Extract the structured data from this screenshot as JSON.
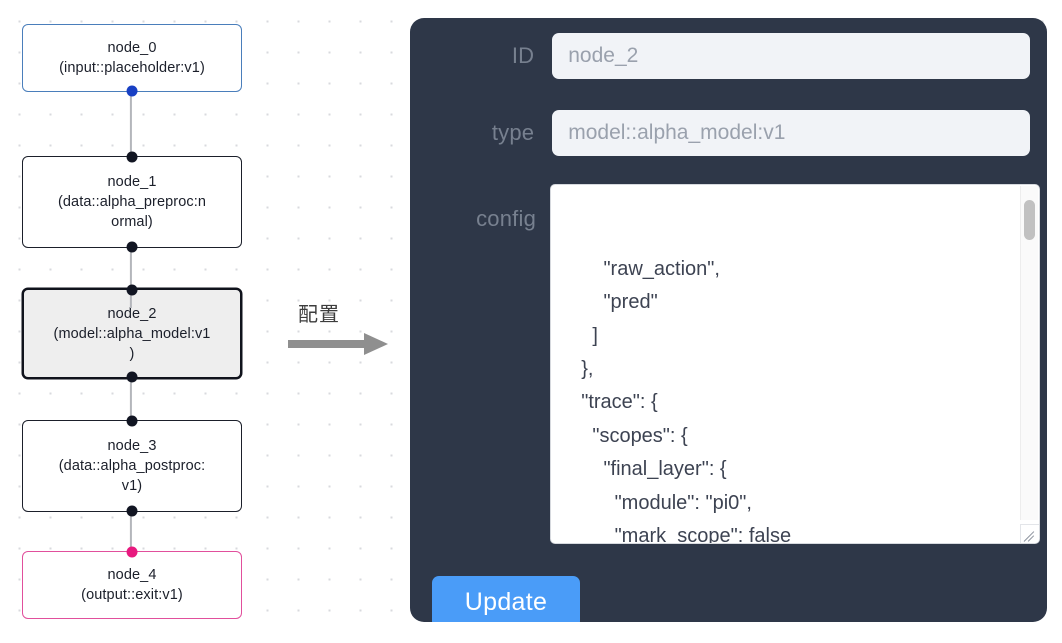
{
  "canvas": {
    "annotation": {
      "label": "配置",
      "arrow_icon": "right-arrow-icon"
    },
    "nodes": [
      {
        "id": "node_0",
        "type": "(input::placeholder:v1)",
        "role": "input",
        "selected": false,
        "border_color": "#4a7ebb",
        "handle_color": "#1840c4"
      },
      {
        "id": "node_1",
        "type": "(data::alpha_preproc:n",
        "type2": "ormal)",
        "role": "default",
        "selected": false,
        "border_color": "#1b1f2a",
        "handle_color": "#111522"
      },
      {
        "id": "node_2",
        "type": "(model::alpha_model:v1",
        "type2": ")",
        "role": "model",
        "selected": true,
        "border_color": "#10131c",
        "handle_color": "#111522"
      },
      {
        "id": "node_3",
        "type": "(data::alpha_postproc:",
        "type2": "v1)",
        "role": "default",
        "selected": false,
        "border_color": "#1b1f2a",
        "handle_color": "#111522"
      },
      {
        "id": "node_4",
        "type": "(output::exit:v1)",
        "role": "output",
        "selected": false,
        "border_color": "#e14f9c",
        "handle_color": "#e8197f"
      }
    ]
  },
  "panel": {
    "background_color": "#2e3748",
    "fields": {
      "id": {
        "label": "ID",
        "value": "node_2",
        "placeholder": "node_2"
      },
      "type": {
        "label": "type",
        "value": "model::alpha_model:v1",
        "placeholder": "model::alpha_model:v1"
      },
      "config": {
        "label": "config",
        "value": "        \"raw_action\",\n        \"pred\"\n      ]\n    },\n    \"trace\": {\n      \"scopes\": {\n        \"final_layer\": {\n          \"module\": \"pi0\",\n          \"mark_scope\": false\n        },\n        \"action_model\": {",
        "scrollbar": "vertical-scrollbar",
        "resize_handle": "resize-grip-icon"
      }
    },
    "update_button": {
      "label": "Update",
      "color": "#4a9cf8"
    }
  }
}
